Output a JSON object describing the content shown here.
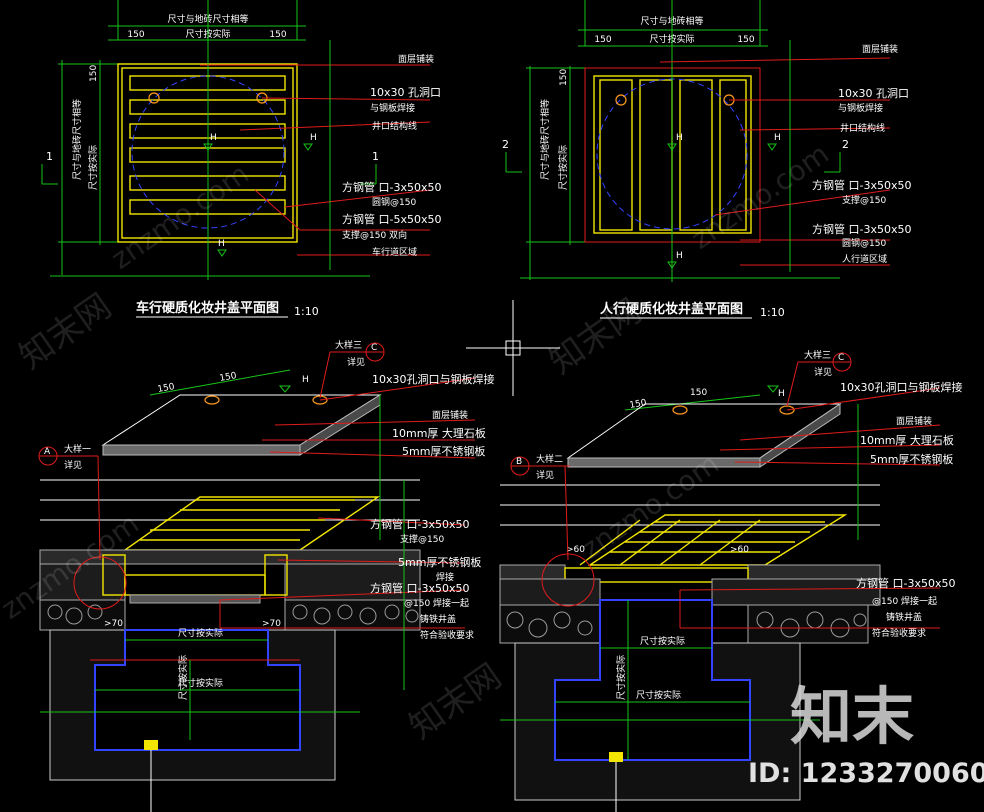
{
  "plans": {
    "left": {
      "title": "车行硬质化妆井盖平面图",
      "scale": "1:10",
      "dim_top": "尺寸与地砖尺寸相等",
      "dim_150a": "150",
      "dim_mid": "尺寸按实际",
      "dim_150b": "150",
      "dim_side_150": "150",
      "side_label_a": "尺寸与地砖尺寸相等",
      "side_label_b": "尺寸按实际",
      "section_num": "1",
      "h": "H",
      "notes": [
        "面层铺装",
        "10x30 孔洞口",
        "与钢板焊接",
        "井口结构线",
        "方钢管 口-3x50x50",
        "圆钢@150",
        "方钢管 口-5x50x50",
        "支撑@150 双向",
        "车行道区域"
      ]
    },
    "right": {
      "title": "人行硬质化妆井盖平面图",
      "scale": "1:10",
      "dim_top": "尺寸与地砖相等",
      "dim_150a": "150",
      "dim_mid": "尺寸按实际",
      "dim_150b": "150",
      "dim_side_150": "150",
      "side_label_a": "尺寸与地砖尺寸相等",
      "side_label_b": "尺寸按实际",
      "section_num": "2",
      "h": "H",
      "notes": [
        "面层铺装",
        "10x30 孔洞口",
        "与钢板焊接",
        "井口结构线",
        "方钢管 口-3x50x50",
        "支撑@150",
        "方钢管 口-3x50x50",
        "圆钢@150",
        "人行道区域"
      ]
    }
  },
  "details": {
    "left": {
      "callout_c": "C",
      "callout_c_label1": "大样三",
      "callout_c_label2": "详见",
      "callout_a": "A",
      "callout_a_label1": "大样一",
      "callout_a_label2": "详见",
      "dim_150a": "150",
      "dim_150b": "150",
      "h": "H",
      "gt70a": ">70",
      "gt70b": ">70",
      "notes": [
        "10x30孔洞口与钢板焊接",
        "面层铺装",
        "10mm厚 大理石板",
        "5mm厚不锈钢板",
        "方钢管 口-3x50x50",
        "支撑@150",
        "5mm厚不锈钢板",
        "焊接",
        "方钢管 口-3x50x50",
        "@150 焊接一起",
        "铸铁井盖",
        "符合验收要求"
      ],
      "inner_dim_a": "尺寸按实际",
      "inner_dim_b": "尺寸按实际",
      "inner_dim_c": "尺寸按实际"
    },
    "right": {
      "callout_c": "C",
      "callout_c_label1": "大样三",
      "callout_c_label2": "详见",
      "callout_b": "B",
      "callout_b_label1": "大样二",
      "callout_b_label2": "详见",
      "dim_150a": "150",
      "dim_150b": "150",
      "h": "H",
      "gt60a": ">60",
      "gt60b": ">60",
      "notes": [
        "10x30孔洞口与钢板焊接",
        "面层铺装",
        "10mm厚 大理石板",
        "5mm厚不锈钢板",
        "方钢管 口-3x50x50",
        "@150 焊接一起",
        "铸铁井盖",
        "符合验收要求"
      ],
      "inner_dim_a": "尺寸按实际",
      "inner_dim_b": "尺寸按实际",
      "inner_dim_c": "尺寸按实际"
    }
  },
  "watermark": {
    "brand": "知末",
    "site_text": "知末网",
    "url_text": "znzmo.com",
    "id_text": "ID: 1233270060"
  },
  "colors": {
    "background": "#000000",
    "line": "#ffffff",
    "dimension": "#18c418",
    "leader": "#e01b1b",
    "steel": "#f2e600",
    "hole": "#ff9a1e",
    "well": "#3344ff"
  }
}
